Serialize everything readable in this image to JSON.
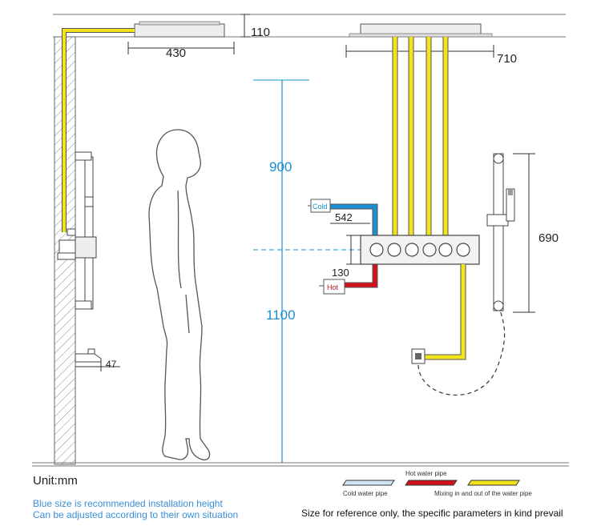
{
  "dimensions": {
    "ceiling_depth": "110",
    "rain_panel_left_width": "430",
    "rain_panel_right_width": "710",
    "height_upper": "900",
    "height_lower": "1100",
    "cold_offset": "542",
    "hot_offset": "130",
    "slide_bar_height": "690",
    "spout_projection": "47"
  },
  "labels": {
    "cold": "Cold",
    "hot": "Hot"
  },
  "legend": {
    "hot": "Hot water pipe",
    "cold": "Cold water pipe",
    "mix": "Mixing in and out of the water pipe"
  },
  "footer": {
    "unit": "Unit:mm",
    "note_line1": "Blue size is recommended installation height",
    "note_line2": "Can be adjusted according to their own situation",
    "reference": "Size for reference only, the specific parameters in kind prevail"
  },
  "colors": {
    "hot_pipe": "#d0121b",
    "cold_pipe": "#1a8fd1",
    "mix_pipe": "#f2e41c",
    "dimension_blue": "#1a8fd1"
  }
}
